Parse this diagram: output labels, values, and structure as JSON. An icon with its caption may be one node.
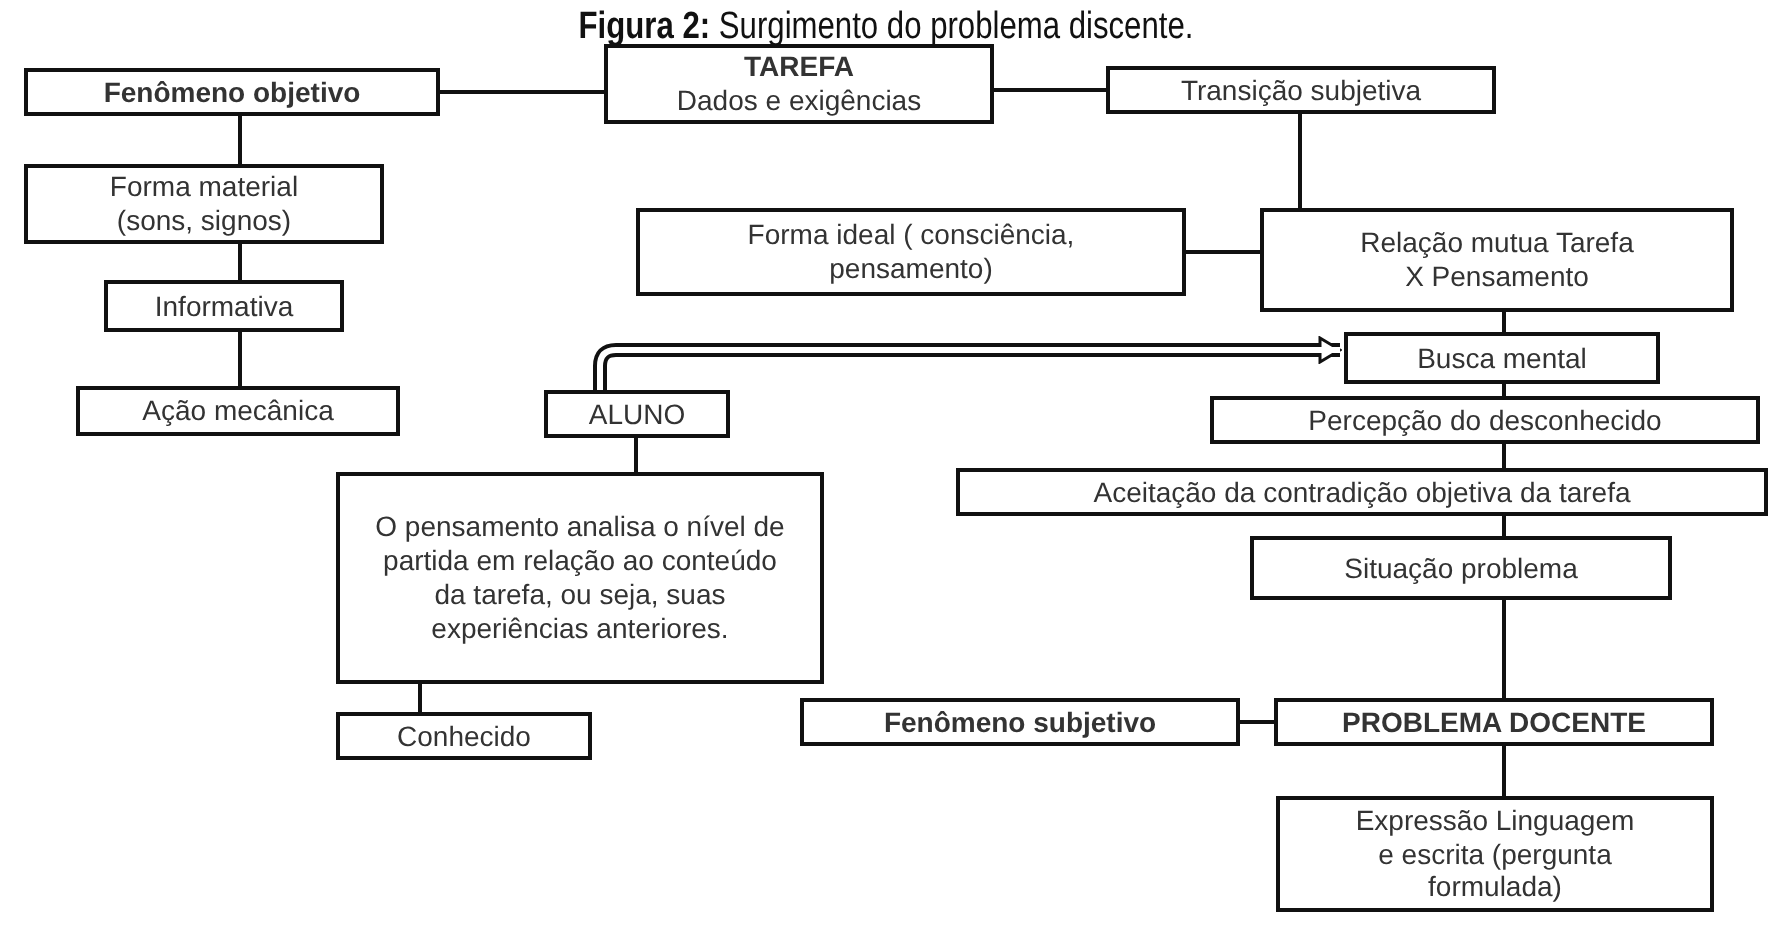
{
  "diagram": {
    "title": "**Figura 2:** Surgimento do problema discente.",
    "nodes": [
      {
        "text": [
          "Fenômeno objetivo"
        ]
      },
      {
        "text": [
          "TAREFA",
          "Dados e exigências"
        ]
      },
      {
        "text": [
          "Transição subjetiva"
        ]
      },
      {
        "text": [
          "Forma material (sons, signos)"
        ]
      },
      {
        "text": [
          "Forma ideal ( consciência, pensamento)"
        ]
      },
      {
        "text": [
          "Relação mutua Tarefa X Pensamento"
        ]
      },
      {
        "text": [
          "Informativa"
        ]
      },
      {
        "text": [
          "Ação mecânica"
        ]
      },
      {
        "text": [
          "ALUNO"
        ]
      },
      {
        "text": [
          "Busca mental"
        ]
      },
      {
        "text": [
          "Percepção do desconhecido"
        ]
      },
      {
        "text": [
          "Aceitação da contradição objetiva da tarefa"
        ]
      },
      {
        "text": [
          "O pensamento analisa o nível de partida em relação ao conteúdo da tarefa, ou seja, suas experiências anteriores."
        ]
      },
      {
        "text": [
          "Situação problema"
        ]
      },
      {
        "text": [
          "Conhecido"
        ]
      },
      {
        "text": [
          "Fenômeno subjetivo"
        ]
      },
      {
        "text": [
          "PROBLEMA DOCENTE"
        ]
      },
      {
        "text": [
          "Expressão Linguagem e escrita (pergunta formulada)"
        ]
      }
    ],
    "edges": [
      {
        "from": 0,
        "to": 1,
        "arrow": "none"
      },
      {
        "from": 1,
        "to": 2,
        "arrow": "none"
      },
      {
        "from": 0,
        "to": 3,
        "arrow": "none"
      },
      {
        "from": 3,
        "to": 6,
        "arrow": "none"
      },
      {
        "from": 6,
        "to": 7,
        "arrow": "none"
      },
      {
        "from": 2,
        "to": 5,
        "arrow": "none"
      },
      {
        "from": 4,
        "to": 5,
        "arrow": "none"
      },
      {
        "from": 5,
        "to": 9,
        "arrow": "none"
      },
      {
        "from": 9,
        "to": 10,
        "arrow": "none"
      },
      {
        "from": 10,
        "to": 11,
        "arrow": "none"
      },
      {
        "from": 11,
        "to": 13,
        "arrow": "none"
      },
      {
        "from": 13,
        "to": 16,
        "arrow": "none"
      },
      {
        "from": 15,
        "to": 16,
        "arrow": "none"
      },
      {
        "from": 16,
        "to": 17,
        "arrow": "none"
      },
      {
        "from": 8,
        "to": 12,
        "arrow": "none"
      },
      {
        "from": 12,
        "to": 14,
        "arrow": "none"
      },
      {
        "from": 8,
        "to": 9,
        "arrow": "to",
        "style": "thick"
      }
    ]
  }
}
